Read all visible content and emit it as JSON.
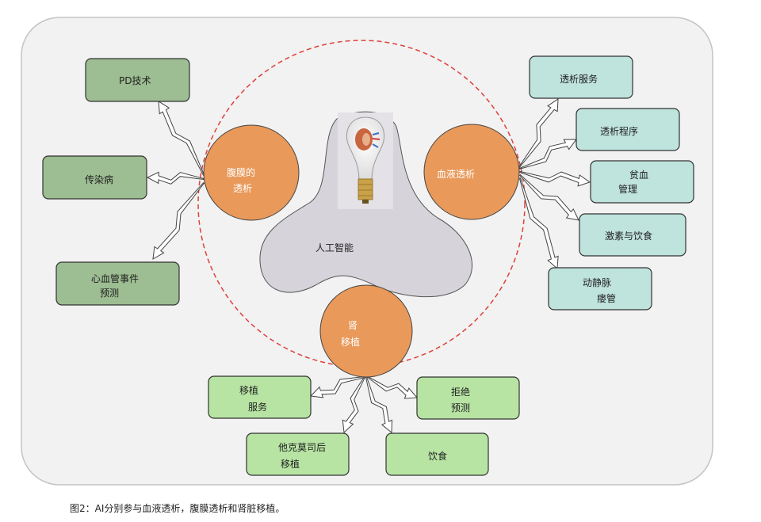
{
  "center": {
    "label": "人工智能"
  },
  "hubs": {
    "pd": {
      "line1": "腹膜的",
      "line2": "透析"
    },
    "hd": {
      "line1": "血液透析"
    },
    "kt": {
      "line1": "肾",
      "line2": "移植"
    }
  },
  "pd_boxes": [
    {
      "line1": "PD技术",
      "line2": ""
    },
    {
      "line1": "传染病",
      "line2": ""
    },
    {
      "line1": "心血管事件",
      "line2": "预测"
    }
  ],
  "hd_boxes": [
    {
      "line1": "透析服务",
      "line2": ""
    },
    {
      "line1": "透析程序",
      "line2": ""
    },
    {
      "line1": "贫血",
      "line2": "管理"
    },
    {
      "line1": "激素与饮食",
      "line2": ""
    },
    {
      "line1": "动静脉",
      "line2": "瘘管"
    }
  ],
  "kt_boxes": [
    {
      "line1": "移植",
      "line2": "服务"
    },
    {
      "line1": "他克莫司后",
      "line2": "移植"
    },
    {
      "line1": "饮食",
      "line2": ""
    },
    {
      "line1": "拒绝",
      "line2": "预测"
    }
  ],
  "caption": "图2：AI分别参与血液透析，腹膜透析和肾脏移植。",
  "colors": {
    "pd_box": "#9dbd92",
    "hd_box": "#bfe3dd",
    "kt_box": "#b7e4a3",
    "hub": "#e9995a",
    "center": "#d6d3da",
    "dashed": "#e0403a"
  }
}
